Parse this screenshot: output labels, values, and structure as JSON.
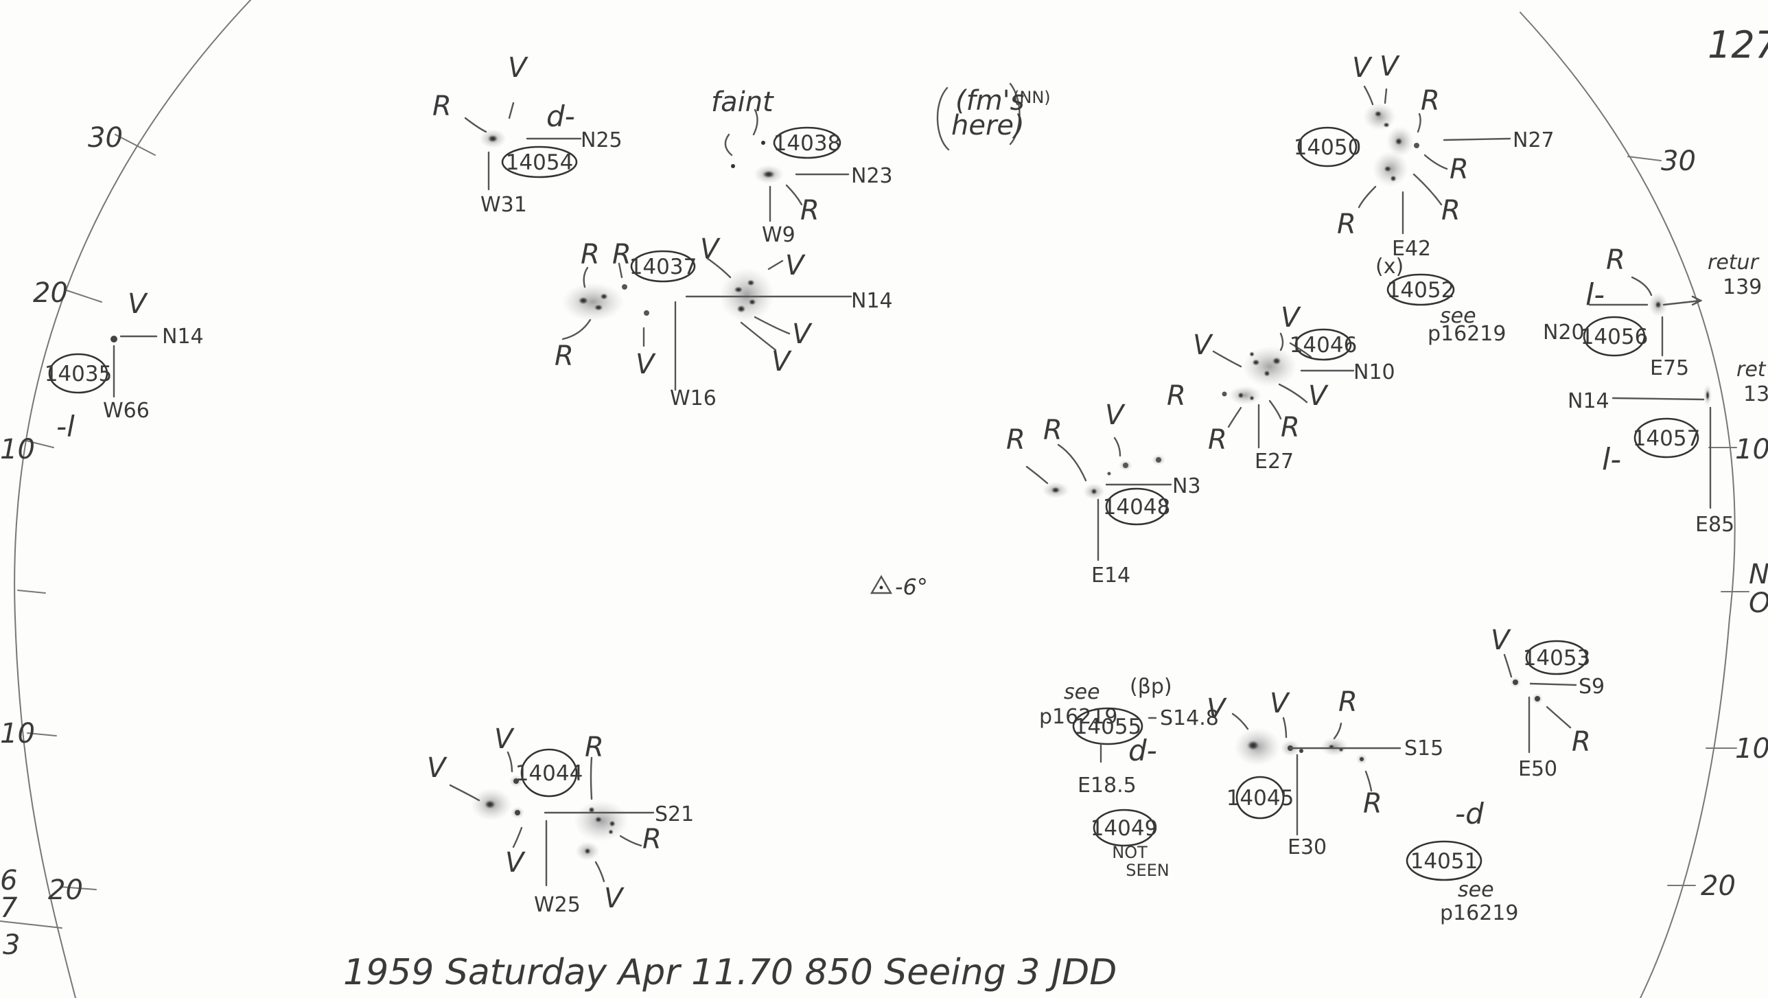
{
  "page_number": "127",
  "footer": "1959 Saturday Apr 11.70 850 Seeing 3 JDD",
  "center_marker": "6°",
  "corner_note": {
    "a": "(fm's",
    "b": "here)",
    "c": "(NN)"
  },
  "limb_ticks": {
    "w30": "30",
    "w20": "20",
    "w10": "10",
    "w10b": "10",
    "wS20": "20",
    "e30": "30",
    "e10": "10",
    "e10b": "10",
    "e20": "20",
    "eN": "N",
    "eO": "O"
  },
  "left_margin": {
    "a": "6",
    "b": "7",
    "c": "3"
  },
  "edge_notes": {
    "r1": "retur",
    "r1b": "139",
    "r2": "ret",
    "r2b": "13"
  },
  "groups": {
    "g14054": {
      "id": "14054",
      "lat": "N25",
      "lon": "W31",
      "mag": "V",
      "r": "R",
      "cls": "d-"
    },
    "g14038": {
      "id": "14038",
      "lat": "N23",
      "lon": "W9",
      "note": "faint",
      "r": "R"
    },
    "g14037": {
      "id": "14037",
      "lat": "N14",
      "lon": "W16",
      "r1": "R",
      "r2": "R",
      "r3": "R",
      "v1": "V",
      "v2": "V",
      "v3": "V",
      "v4": "V",
      "v5": "V"
    },
    "g14035": {
      "id": "14035",
      "lat": "N14",
      "lon": "W66",
      "v": "V",
      "cls": "-l"
    },
    "g14050": {
      "id": "14050",
      "lat": "N27",
      "lon": "E42",
      "v1": "V",
      "v2": "V",
      "r1": "R",
      "r2": "R",
      "r3": "R",
      "r4": "R"
    },
    "g14052": {
      "id": "14052",
      "x": "(x)",
      "see1": "see",
      "see2": "p16219"
    },
    "g14056": {
      "id": "14056",
      "lat": "N20",
      "lon": "E75",
      "r": "R",
      "cls": "l-"
    },
    "g14057": {
      "id": "14057",
      "lat": "N14",
      "lon": "E85",
      "cls": "l-"
    },
    "g14046": {
      "id": "14046",
      "lat": "N10",
      "lon": "E27",
      "v1": "V",
      "v2": "V",
      "v3": "V",
      "r1": "R",
      "r2": "R",
      "r3": "R"
    },
    "g14048": {
      "id": "14048",
      "lat": "N3",
      "lon": "E14",
      "r1": "R",
      "r2": "R",
      "v": "V"
    },
    "g14053": {
      "id": "14053",
      "lat": "S9",
      "lon": "E50",
      "v": "V",
      "r": "R"
    },
    "g14055": {
      "id": "14055",
      "lat": "S14.8",
      "lon": "E18.5",
      "see1": "see",
      "see2": "p16219",
      "bp": "(βp)",
      "cls": "d-"
    },
    "g14045": {
      "id": "14045",
      "lat": "S15",
      "lon": "E30",
      "v1": "V",
      "v2": "V",
      "r1": "R",
      "r2": "R"
    },
    "g14049": {
      "id": "14049",
      "note1": "NOT",
      "note2": "SEEN"
    },
    "g14051": {
      "id": "14051",
      "cls": "-d",
      "see1": "see",
      "see2": "p16219"
    },
    "g14044": {
      "id": "14044",
      "lat": "S21",
      "lon": "W25",
      "v1": "V",
      "v2": "V",
      "v3": "V",
      "v4": "V",
      "r1": "R",
      "r2": "R"
    }
  }
}
